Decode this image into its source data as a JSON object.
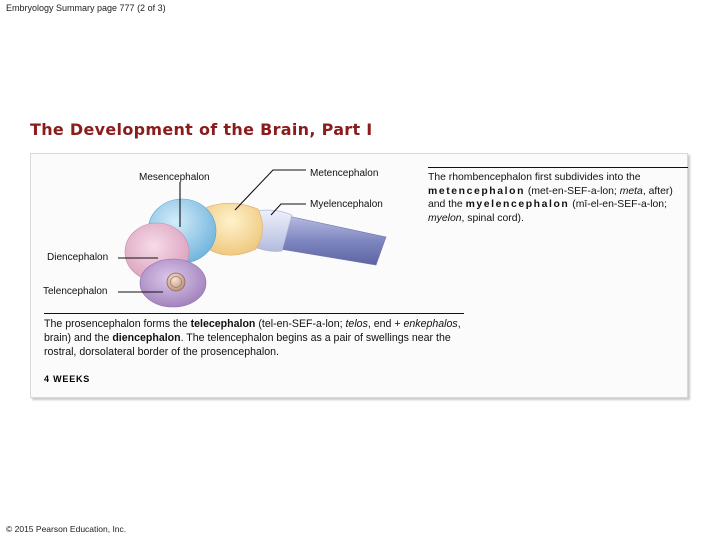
{
  "header": "Embryology Summary page 777 (2 of 3)",
  "title": "The Development of the Brain, Part I",
  "labels": {
    "mesencephalon": "Mesencephalon",
    "metencephalon": "Metencephalon",
    "myelencephalon": "Myelencephalon",
    "diencephalon": "Diencephalon",
    "telencephalon": "Telencephalon"
  },
  "rhombencephalon_text": {
    "part1": "The rhombencephalon first subdivides into the ",
    "term1": "metencephalon",
    "part2": " (met-en-SEF-a-lon; ",
    "root1": "meta",
    "part3": ", after) and the ",
    "term2": "myelencephalon",
    "part4": " (mī-el-en-SEF-a-lon; ",
    "root2": "myelon",
    "part5": ", spinal cord)."
  },
  "prosencephalon_text": {
    "part1": "The prosencephalon forms the ",
    "term1": "telecephalon",
    "part2": " (tel-en-SEF-a-lon; ",
    "root1": "telos",
    "part3": ", end + ",
    "root2": "enkephalos",
    "part4": ", brain) and the ",
    "term2": "diencephalon",
    "part5": ". The telencephalon begins as a pair of swellings near the rostral, dorsolateral border of the prosencephalon."
  },
  "figure_caption": "4 WEEKS",
  "copyright": "© 2015 Pearson Education, Inc.",
  "colors": {
    "title": "#8a1c1c",
    "mesencephalon": "#8ec6e6",
    "metencephalon": "#f4d79a",
    "myelencephalon": "#c7cde6",
    "spinal_cord": "#7f87c0",
    "diencephalon": "#e7b7cf",
    "telencephalon": "#b89bcc"
  }
}
